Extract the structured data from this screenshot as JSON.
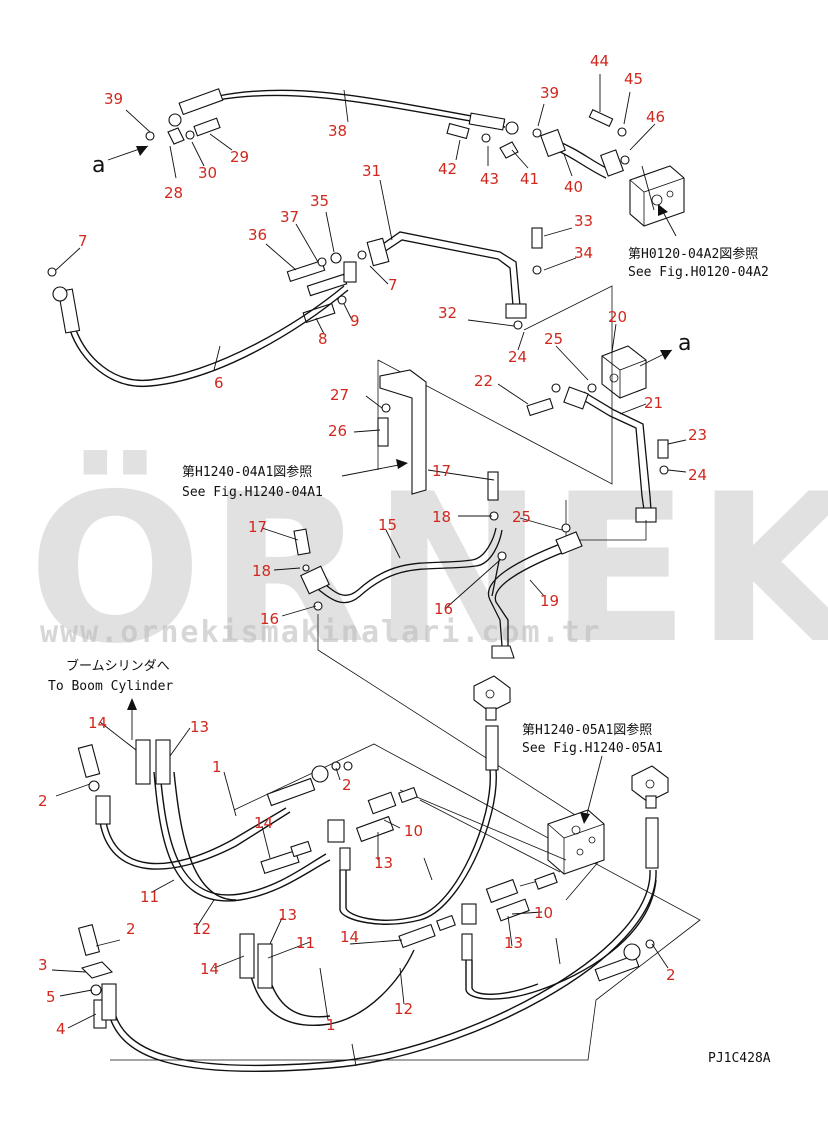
{
  "watermark": {
    "brand": "ÖRNEK",
    "url": "www.ornekismakinalari.com.tr"
  },
  "drawing_code": "PJ1C428A",
  "direction_marker": "a",
  "references": {
    "fig_h0120_jp": "第H0120-04A2図参照",
    "fig_h0120_en": "See Fig.H0120-04A2",
    "fig_h1240_04_jp": "第H1240-04A1図参照",
    "fig_h1240_04_en": "See Fig.H1240-04A1",
    "fig_h1240_05_jp": "第H1240-05A1図参照",
    "fig_h1240_05_en": "See Fig.H1240-05A1",
    "boom_jp": "ブームシリンダへ",
    "boom_en": "To Boom Cylinder"
  },
  "callouts": {
    "c44": "44",
    "c45": "45",
    "c46": "46",
    "c39a": "39",
    "c39b": "39",
    "c38": "38",
    "c29": "29",
    "c30": "30",
    "c28": "28",
    "c42": "42",
    "c43": "43",
    "c41": "41",
    "c40": "40",
    "c31": "31",
    "c35": "35",
    "c37": "37",
    "c36": "36",
    "c33": "33",
    "c34": "34",
    "c7a": "7",
    "c7b": "7",
    "c9": "9",
    "c8": "8",
    "c6": "6",
    "c32": "32",
    "c20": "20",
    "c24a": "24",
    "c25a": "25",
    "c22": "22",
    "c21": "21",
    "c27": "27",
    "c26": "26",
    "c23": "23",
    "c24b": "24",
    "c17a": "17",
    "c18a": "18",
    "c25b": "25",
    "c17b": "17",
    "c15": "15",
    "c18b": "18",
    "c16a": "16",
    "c16b": "16",
    "c19": "19",
    "c14a": "14",
    "c13a": "13",
    "c1a": "1",
    "c2a": "2",
    "c2b": "2",
    "c14b": "14",
    "c10a": "10",
    "c13b": "13",
    "c11a": "11",
    "c12a": "12",
    "c13c": "13",
    "c11b": "11",
    "c14c": "14",
    "c14d": "14",
    "c2c": "2",
    "c10b": "10",
    "c13d": "13",
    "c3": "3",
    "c5": "5",
    "c4": "4",
    "c1b": "1",
    "c12b": "12",
    "c2d": "2"
  }
}
